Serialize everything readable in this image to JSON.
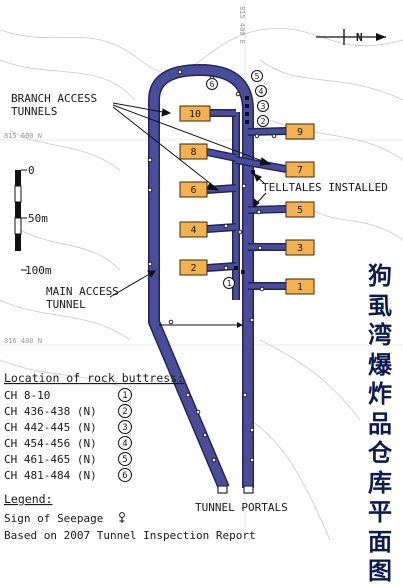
{
  "title_cn": [
    "狗",
    "虱",
    "湾",
    "爆",
    "炸",
    "品",
    "仓",
    "库",
    "平",
    "面",
    "图"
  ],
  "labels": {
    "branch_access": [
      "BRANCH ACCESS",
      "TUNNELS"
    ],
    "telltales": "TELLTALES INSTALLED",
    "main_access": [
      "MAIN ACCESS",
      "TUNNEL"
    ],
    "tunnel_portals": "TUNNEL PORTALS",
    "north": "N"
  },
  "grid_labels": [
    "815 600 N",
    "815 400 E",
    "816 400 N"
  ],
  "scale_bar": [
    "0",
    "50m",
    "100m"
  ],
  "chambers": [
    "10",
    "9",
    "8",
    "7",
    "6",
    "5",
    "4",
    "3",
    "2",
    "1"
  ],
  "buttress_markers": [
    "1",
    "2",
    "3",
    "4",
    "5",
    "6"
  ],
  "rock_buttress": {
    "heading": "Location of rock buttress:",
    "rows": [
      {
        "ch": "CH 8-10",
        "n": "1"
      },
      {
        "ch": "CH 436-438 (N)",
        "n": "2"
      },
      {
        "ch": "CH 442-445 (N)",
        "n": "3"
      },
      {
        "ch": "CH 454-456 (N)",
        "n": "4"
      },
      {
        "ch": "CH 461-465 (N)",
        "n": "5"
      },
      {
        "ch": "CH 481-484 (N)",
        "n": "6"
      }
    ]
  },
  "legend": {
    "heading": "Legend:",
    "seepage": "Sign of Seepage",
    "note": "Based on 2007 Tunnel Inspection Report"
  },
  "colors": {
    "tunnel": "#4a4e9a",
    "tunnel_edge": "#23255a",
    "chamber": "#f4b24e",
    "chamber_edge": "#3a2a10",
    "title": "#0d1a4d"
  }
}
